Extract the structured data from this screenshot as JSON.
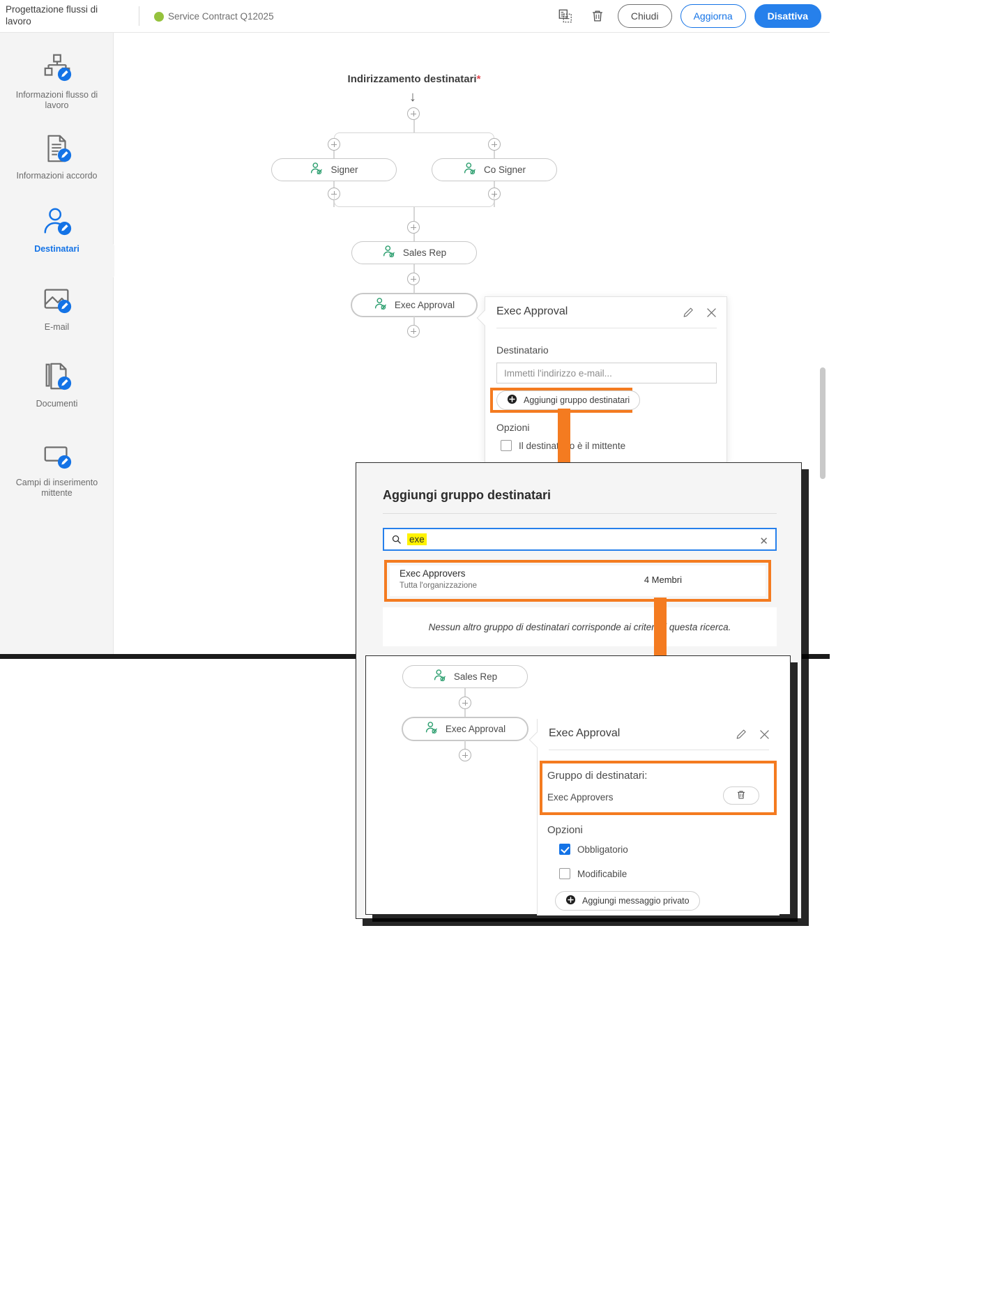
{
  "header": {
    "app_title": "Progettazione flussi di lavoro",
    "doc_name": "Service Contract Q12025",
    "status_color": "#95c23d",
    "icons": [
      {
        "name": "duplicate-icon",
        "glyph": "duplicate"
      },
      {
        "name": "trash-icon",
        "glyph": "trash"
      }
    ],
    "buttons": {
      "close": "Chiudi",
      "update": "Aggiorna",
      "deactivate": "Disattiva"
    },
    "accent_blue": "#2680eb"
  },
  "sidebar": {
    "items": [
      {
        "label": "Informazioni flusso di lavoro",
        "icon": "workflow-info-icon",
        "active": false
      },
      {
        "label": "Informazioni accordo",
        "icon": "agreement-info-icon",
        "active": false
      },
      {
        "label": "Destinatari",
        "icon": "recipients-icon",
        "active": true
      },
      {
        "label": "E-mail",
        "icon": "email-icon",
        "active": false
      },
      {
        "label": "Documenti",
        "icon": "documents-icon",
        "active": false
      },
      {
        "label": "Campi di inserimento mittente",
        "icon": "sender-input-fields-icon",
        "active": false
      }
    ]
  },
  "flow": {
    "title": "Indirizzamento destinatari",
    "title_required_marker": "*",
    "nodes": [
      {
        "label": "Signer"
      },
      {
        "label": "Co Signer"
      },
      {
        "label": "Sales Rep"
      },
      {
        "label": "Exec Approval"
      }
    ]
  },
  "panel_recipient": {
    "title": "Exec Approval",
    "edit_icon": "pencil-icon",
    "close_icon": "close-icon",
    "recipient_label": "Destinatario",
    "email_placeholder": "Immetti l'indirizzo e-mail...",
    "add_group_button": "Aggiungi gruppo destinatari",
    "options_label": "Opzioni",
    "option_sender_is_recipient": "Il destinatario è il mittente"
  },
  "modal": {
    "title": "Aggiungi gruppo destinatari",
    "search_value": "exe",
    "search_icon": "search-icon",
    "clear_icon": "clear-icon",
    "results": [
      {
        "name": "Exec Approvers",
        "scope": "Tutta l'organizzazione",
        "members": "4 Membri"
      }
    ],
    "empty_message": "Nessun altro gruppo di destinatari corrisponde ai criteri di questa ricerca."
  },
  "panel_result": {
    "flow_nodes": [
      {
        "label": "Sales Rep"
      },
      {
        "label": "Exec Approval"
      }
    ],
    "title": "Exec Approval",
    "edit_icon": "pencil-icon",
    "close_icon": "close-icon",
    "group_label": "Gruppo di destinatari:",
    "group_value": "Exec Approvers",
    "delete_icon": "trash-icon",
    "options_label": "Opzioni",
    "option_required": "Obbligatorio",
    "option_required_checked": true,
    "option_editable": "Modificabile",
    "option_editable_checked": false,
    "add_private_message": "Aggiungi messaggio privato"
  },
  "annotation": {
    "color": "#f47b20"
  }
}
